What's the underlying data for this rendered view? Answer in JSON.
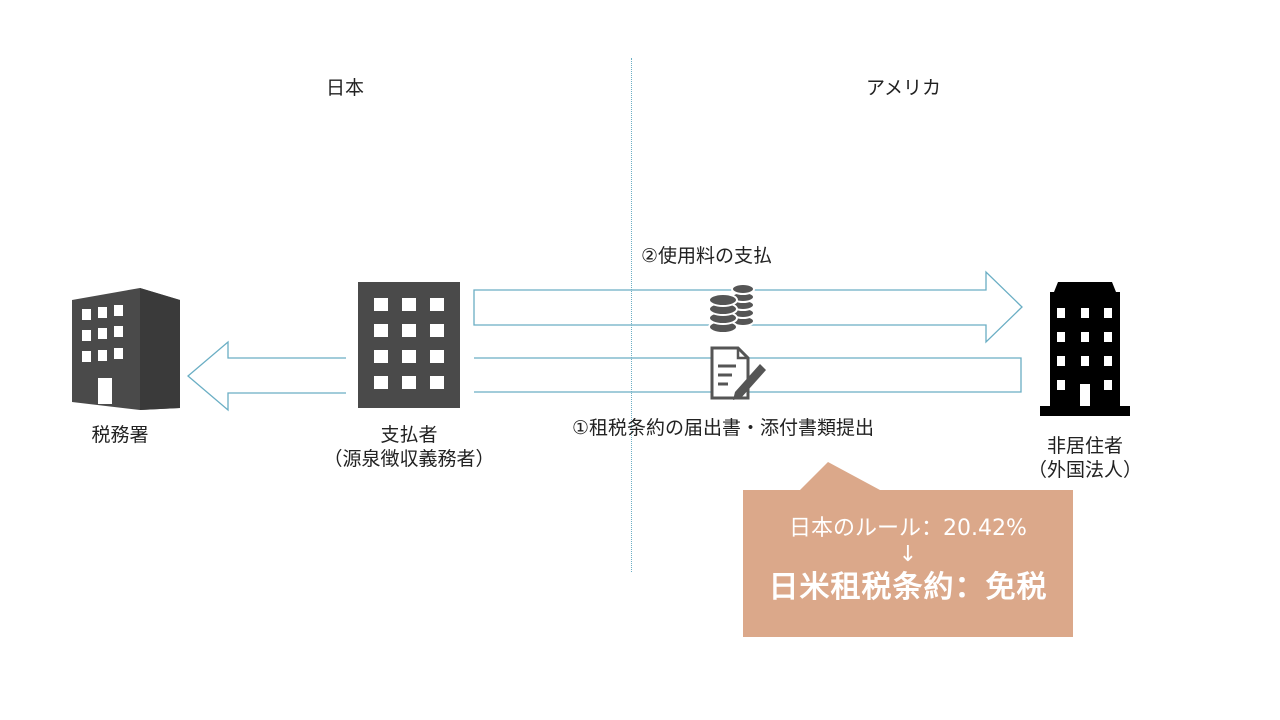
{
  "regions": {
    "left": "日本",
    "right": "アメリカ"
  },
  "entities": {
    "tax_office": {
      "label": "税務署"
    },
    "payer": {
      "line1": "支払者",
      "line2": "（源泉徴収義務者）"
    },
    "nonresident": {
      "line1": "非居住者",
      "line2": "（外国法人）"
    }
  },
  "flows": {
    "payment": "②使用料の支払",
    "filing": "①租税条約の届出書・添付書類提出"
  },
  "callout": {
    "rule": "日本のルール：20.42%",
    "arrow": "↓",
    "result": "日米租税条約：免税",
    "color": "#dba88a"
  },
  "icons": {
    "tax_office": "building-icon",
    "payer": "building-icon",
    "nonresident": "tower-building-icon",
    "payment": "coins-stack-icon",
    "filing": "document-pen-icon"
  },
  "colors": {
    "arrow_stroke": "#6aaec4",
    "building": "#4a4a4a",
    "tower": "#000000",
    "divider": "#6aaec4"
  }
}
